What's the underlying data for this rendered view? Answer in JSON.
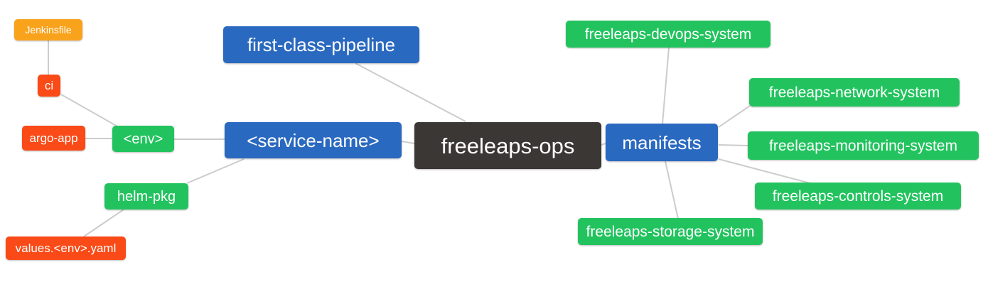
{
  "diagram": {
    "type": "mindmap",
    "background_color": "#ffffff",
    "edge_color": "#cccccc",
    "text_color": "#ffffff",
    "colors": {
      "orange": "#f9a21c",
      "red": "#f94a17",
      "green": "#22c35e",
      "blue": "#2a69c0",
      "dark": "#3b3734"
    },
    "root": "freeleaps-ops",
    "nodes": {
      "jenkinsfile": {
        "label": "Jenkinsfile",
        "color": "#f9a21c"
      },
      "ci": {
        "label": "ci",
        "color": "#f94a17"
      },
      "argo_app": {
        "label": "argo-app",
        "color": "#f94a17"
      },
      "env": {
        "label": "<env>",
        "color": "#22c35e"
      },
      "helm_pkg": {
        "label": "helm-pkg",
        "color": "#22c35e"
      },
      "values_env_yaml": {
        "label": "values.<env>.yaml",
        "color": "#f94a17"
      },
      "service_name": {
        "label": "<service-name>",
        "color": "#2a69c0"
      },
      "first_class_pipeline": {
        "label": "first-class-pipeline",
        "color": "#2a69c0"
      },
      "freeleaps_ops": {
        "label": "freeleaps-ops",
        "color": "#3b3734"
      },
      "manifests": {
        "label": "manifests",
        "color": "#2a69c0"
      },
      "devops_system": {
        "label": "freeleaps-devops-system",
        "color": "#22c35e"
      },
      "network_system": {
        "label": "freeleaps-network-system",
        "color": "#22c35e"
      },
      "monitoring_system": {
        "label": "freeleaps-monitoring-system",
        "color": "#22c35e"
      },
      "controls_system": {
        "label": "freeleaps-controls-system",
        "color": "#22c35e"
      },
      "storage_system": {
        "label": "freeleaps-storage-system",
        "color": "#22c35e"
      }
    },
    "edges": [
      {
        "from": "jenkinsfile",
        "to": "ci"
      },
      {
        "from": "ci",
        "to": "env"
      },
      {
        "from": "argo_app",
        "to": "env"
      },
      {
        "from": "env",
        "to": "service_name"
      },
      {
        "from": "helm_pkg",
        "to": "service_name"
      },
      {
        "from": "helm_pkg",
        "to": "values_env_yaml"
      },
      {
        "from": "service_name",
        "to": "freeleaps_ops"
      },
      {
        "from": "first_class_pipeline",
        "to": "freeleaps_ops"
      },
      {
        "from": "freeleaps_ops",
        "to": "manifests"
      },
      {
        "from": "manifests",
        "to": "devops_system"
      },
      {
        "from": "manifests",
        "to": "network_system"
      },
      {
        "from": "manifests",
        "to": "monitoring_system"
      },
      {
        "from": "manifests",
        "to": "controls_system"
      },
      {
        "from": "manifests",
        "to": "storage_system"
      }
    ]
  }
}
